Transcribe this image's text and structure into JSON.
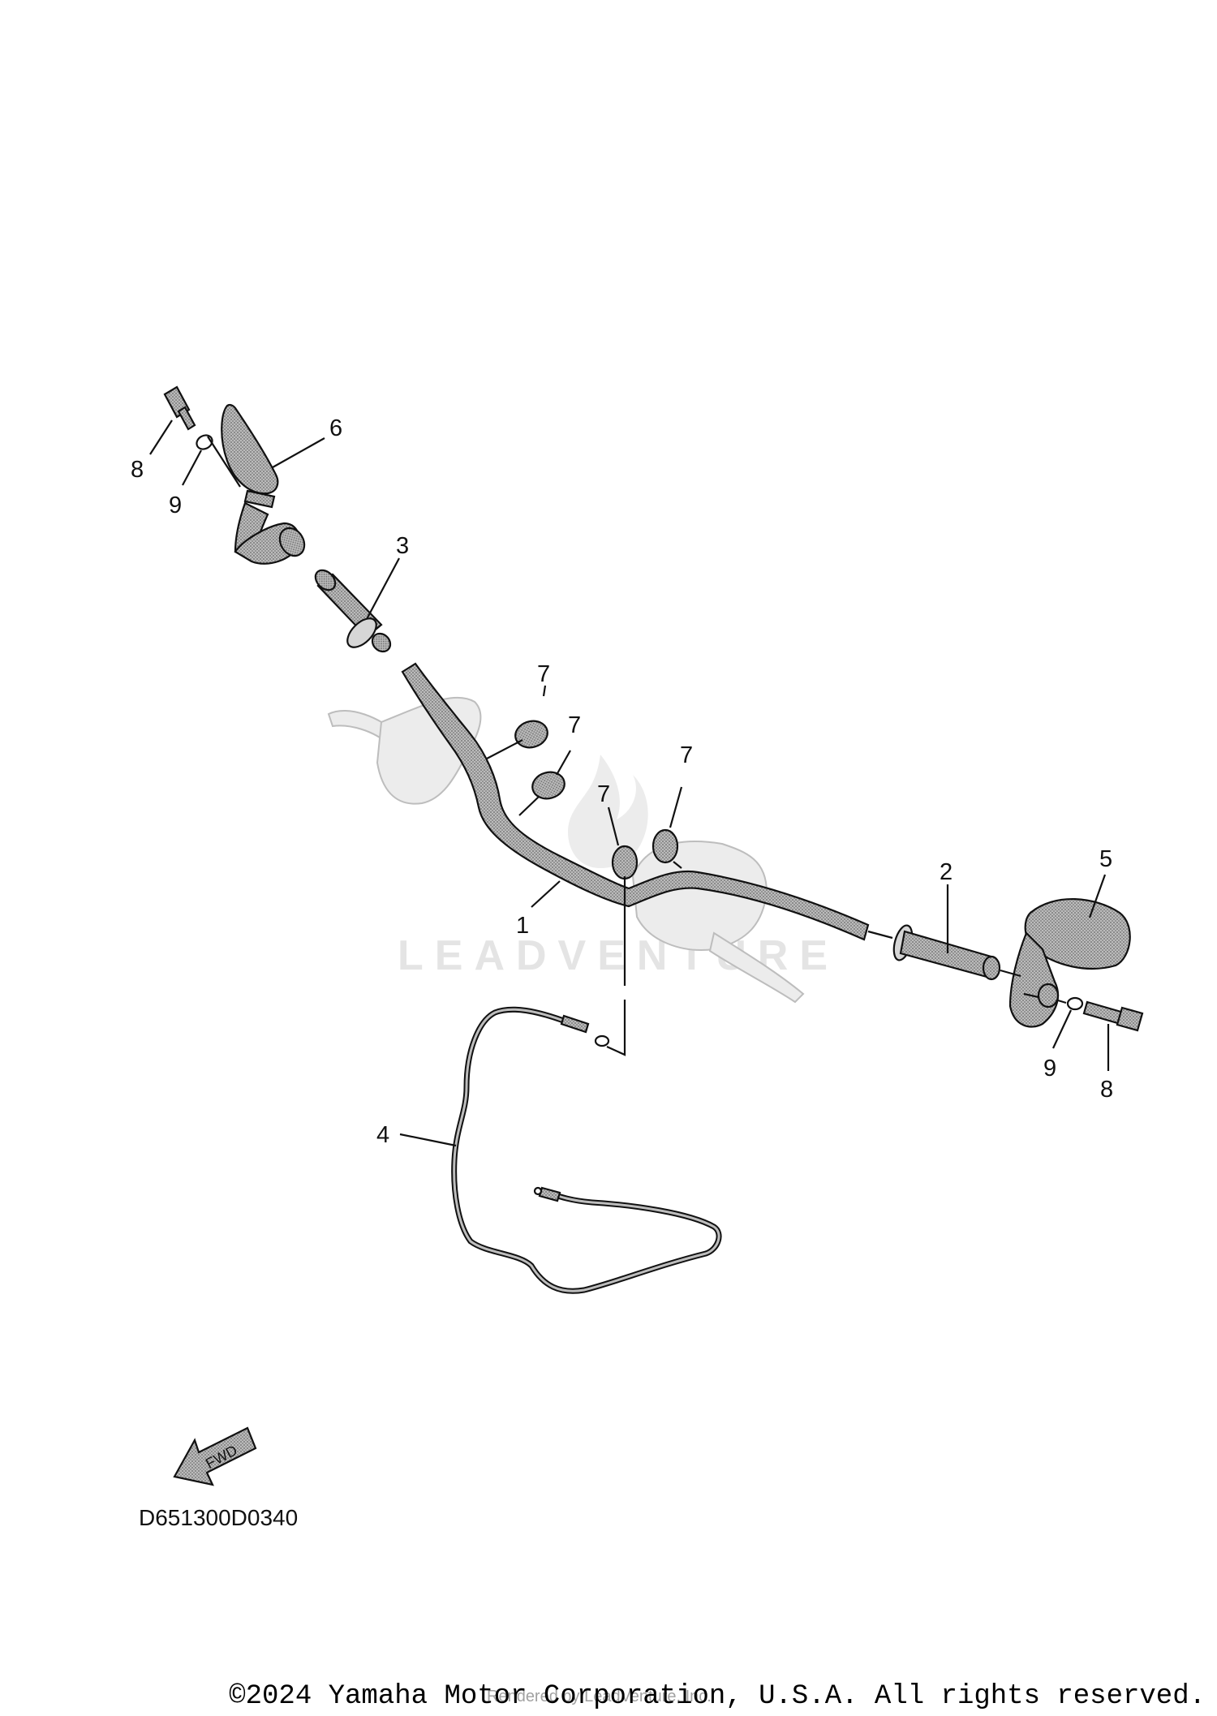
{
  "diagram": {
    "code": "D651300D0340",
    "fwd_label": "FWD",
    "watermark": "LEADVENTURE",
    "copyright": "©2024 Yamaha Motor Corporation, U.S.A. All rights reserved.",
    "rendered_by": "Rendered by LeadVenture, Inc.",
    "callouts": [
      {
        "id": "c8a",
        "label": "8"
      },
      {
        "id": "c9a",
        "label": "9"
      },
      {
        "id": "c6",
        "label": "6"
      },
      {
        "id": "c3",
        "label": "3"
      },
      {
        "id": "c7a",
        "label": "7"
      },
      {
        "id": "c7b",
        "label": "7"
      },
      {
        "id": "c7c",
        "label": "7"
      },
      {
        "id": "c7d",
        "label": "7"
      },
      {
        "id": "c1",
        "label": "1"
      },
      {
        "id": "c2",
        "label": "2"
      },
      {
        "id": "c5",
        "label": "5"
      },
      {
        "id": "c9b",
        "label": "9"
      },
      {
        "id": "c8b",
        "label": "8"
      },
      {
        "id": "c4",
        "label": "4"
      }
    ],
    "colors": {
      "line": "#111111",
      "part_fill": "#a9a9a9",
      "ghost_fill": "#ececec",
      "background": "#ffffff"
    }
  }
}
